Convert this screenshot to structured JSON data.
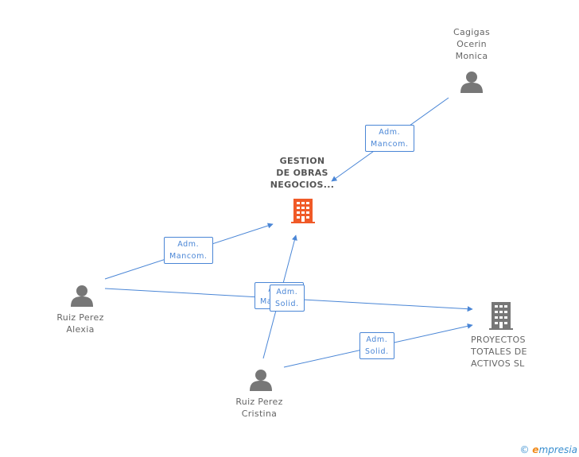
{
  "nodes": {
    "gestion": {
      "label": "GESTION\nDE OBRAS\nNEGOCIOS...",
      "kind": "company",
      "highlight": true
    },
    "proyectos": {
      "label": "PROYECTOS\nTOTALES DE\nACTIVOS  SL",
      "kind": "company",
      "highlight": false
    },
    "cagigas": {
      "label": "Cagigas\nOcerin\nMonica",
      "kind": "person"
    },
    "alexia": {
      "label": "Ruiz Perez\nAlexia",
      "kind": "person"
    },
    "cristina": {
      "label": "Ruiz Perez\nCristina",
      "kind": "person"
    }
  },
  "edges": [
    {
      "from": "cagigas",
      "to": "gestion",
      "line1": "Adm.",
      "line2": "Mancom."
    },
    {
      "from": "alexia",
      "to": "gestion",
      "line1": "Adm.",
      "line2": "Mancom."
    },
    {
      "from": "alexia",
      "to": "proyectos",
      "line1": "Adm.",
      "line2": "Mancom."
    },
    {
      "from": "cristina",
      "to": "gestion",
      "line1": "Adm.",
      "line2": "Solid."
    },
    {
      "from": "cristina",
      "to": "proyectos",
      "line1": "Adm.",
      "line2": "Solid."
    }
  ],
  "colors": {
    "edge": "#4a86d6",
    "person_icon": "#777777",
    "company_icon": "#777777",
    "company_highlight": "#f05a28"
  },
  "footer": {
    "copyright": "©",
    "brand_initial": "e",
    "brand_rest": "mpresia"
  }
}
